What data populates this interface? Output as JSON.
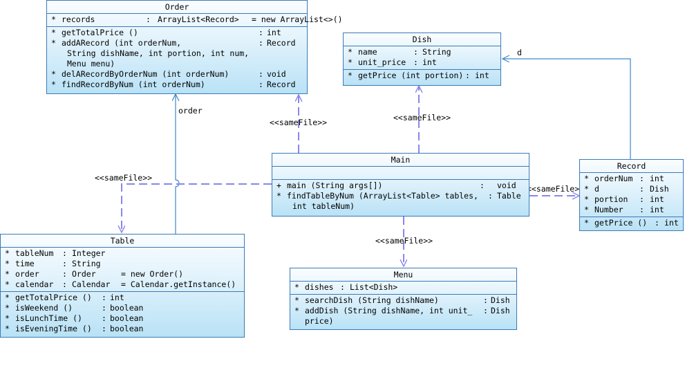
{
  "classes": {
    "order": {
      "title": "Order",
      "attributes": [
        {
          "name": "records",
          "type": "ArrayList<Record>",
          "init": "= new ArrayList<>()"
        }
      ],
      "methods": [
        {
          "lines": [
            "getTotalPrice ()"
          ],
          "type": "int"
        },
        {
          "lines": [
            "addARecord (int orderNum,",
            "String dishName, int portion, int num,",
            "Menu menu)"
          ],
          "type": "Record"
        },
        {
          "lines": [
            "delARecordByOrderNum (int orderNum)"
          ],
          "type": "void"
        },
        {
          "lines": [
            "findRecordByNum (int orderNum)"
          ],
          "type": "Record"
        }
      ]
    },
    "dish": {
      "title": "Dish",
      "attributes": [
        {
          "name": "name",
          "type": "String"
        },
        {
          "name": "unit_price",
          "type": "int"
        }
      ],
      "methods": [
        {
          "lines": [
            "getPrice (int portion)"
          ],
          "type": "int"
        }
      ]
    },
    "main": {
      "title": "Main",
      "attributes": [],
      "methods": [
        {
          "lines": [
            "main (String args[])"
          ],
          "type": "void"
        },
        {
          "lines": [
            "findTableByNum (ArrayList<Table> tables,",
            "int tableNum)"
          ],
          "type": "Table"
        }
      ]
    },
    "record": {
      "title": "Record",
      "attributes": [
        {
          "name": "orderNum",
          "type": "int"
        },
        {
          "name": "d",
          "type": "Dish"
        },
        {
          "name": "portion",
          "type": "int"
        },
        {
          "name": "Number",
          "type": "int"
        }
      ],
      "methods": [
        {
          "lines": [
            "getPrice ()"
          ],
          "type": "int"
        }
      ]
    },
    "table": {
      "title": "Table",
      "attributes": [
        {
          "name": "tableNum",
          "type": "Integer"
        },
        {
          "name": "time",
          "type": "String"
        },
        {
          "name": "order",
          "type": "Order",
          "init": "= new Order()"
        },
        {
          "name": "calendar",
          "type": "Calendar",
          "init": "= Calendar.getInstance()"
        }
      ],
      "methods": [
        {
          "lines": [
            "getTotalPrice ()"
          ],
          "type": "int"
        },
        {
          "lines": [
            "isWeekend ()"
          ],
          "type": "boolean"
        },
        {
          "lines": [
            "isLunchTime ()"
          ],
          "type": "boolean"
        },
        {
          "lines": [
            "isEveningTime ()"
          ],
          "type": "boolean"
        }
      ]
    },
    "menu": {
      "title": "Menu",
      "attributes": [
        {
          "name": "dishes",
          "type": "List<Dish>"
        }
      ],
      "methods": [
        {
          "lines": [
            "searchDish (String dishName)"
          ],
          "type": "Dish"
        },
        {
          "lines": [
            "addDish (String dishName, int unit_",
            "price)"
          ],
          "type": "Dish"
        }
      ]
    }
  },
  "connector_labels": {
    "order_role": "order",
    "dish_role": "d",
    "same_file": "<<sameFile>>"
  },
  "colors": {
    "border": "#3b79b5",
    "association": "#3d87c9",
    "dependency": "#8a86ea"
  }
}
